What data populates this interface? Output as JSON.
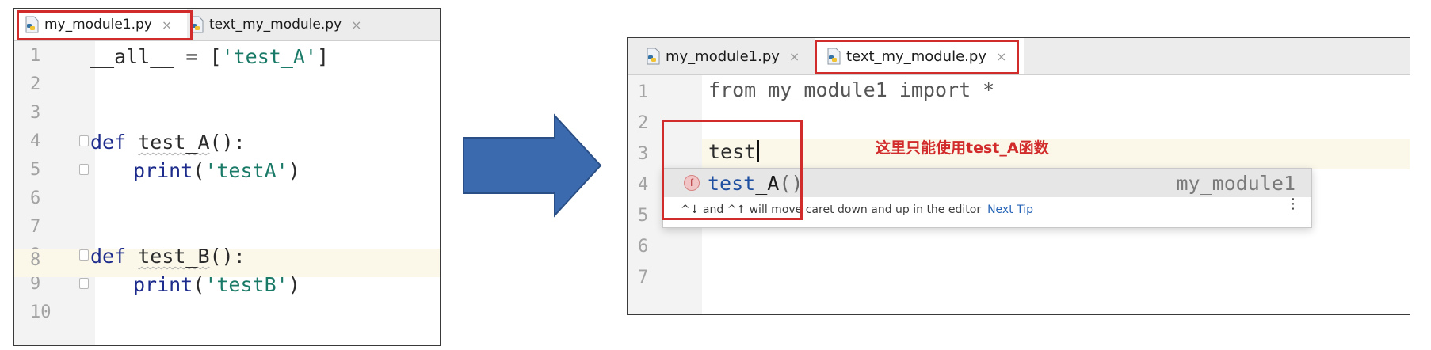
{
  "left_editor": {
    "tabs": [
      {
        "label": "my_module1.py",
        "close": "×",
        "active": true
      },
      {
        "label": "text_my_module.py",
        "close": "×",
        "active": false
      }
    ],
    "lines": [
      {
        "num": "1"
      },
      {
        "num": "2"
      },
      {
        "num": "3"
      },
      {
        "num": "4"
      },
      {
        "num": "5"
      },
      {
        "num": "6"
      },
      {
        "num": "7"
      },
      {
        "num": "8"
      },
      {
        "num": "9"
      },
      {
        "num": "10"
      }
    ],
    "code": {
      "line1_a": "__all__ = [",
      "line1_str": "'test_A'",
      "line1_b": "]",
      "line4_kw": "def",
      "line4_name": "test_A",
      "line4_rest": "():",
      "line5_fn": "print",
      "line5_open": "(",
      "line5_str": "'testA'",
      "line5_close": ")",
      "line8_kw": "def",
      "line8_name": "test_B",
      "line8_rest": "():",
      "line9_fn": "print",
      "line9_open": "(",
      "line9_str": "'testB'",
      "line9_close": ")"
    }
  },
  "right_editor": {
    "tabs": [
      {
        "label": "my_module1.py",
        "close": "×",
        "active": false
      },
      {
        "label": "text_my_module.py",
        "close": "×",
        "active": true
      }
    ],
    "lines": [
      {
        "num": "1"
      },
      {
        "num": "2"
      },
      {
        "num": "3"
      },
      {
        "num": "4"
      },
      {
        "num": "5"
      },
      {
        "num": "6"
      },
      {
        "num": "7"
      }
    ],
    "code": {
      "line1": "from my_module1 import *",
      "line3_typed": "test"
    },
    "completion": {
      "badge": "f",
      "match": "test",
      "rest": "_A",
      "paren": "()",
      "module": "my_module1",
      "hint": "^↓ and ^↑ will move caret down and up in the editor",
      "tip_link": "Next Tip",
      "menu_glyph": "⋮"
    },
    "annotation": "这里只能使用test_A函数"
  },
  "colors": {
    "highlight_border": "#d12b2b",
    "arrow_fill": "#3b6aae",
    "keyword": "#1d2c8c",
    "string": "#1a7a68"
  },
  "icons": {
    "python_file": "python-file-icon",
    "arrow": "right-arrow-icon"
  }
}
